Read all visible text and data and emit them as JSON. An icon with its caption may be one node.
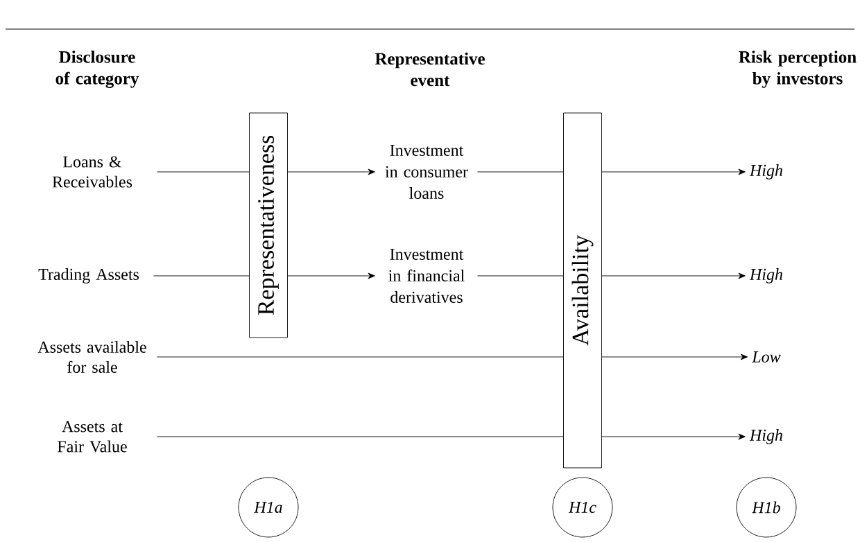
{
  "diagram": {
    "nodes": [
      {
        "text": [
          "Loans & Receivables"
        ]
      },
      {
        "text": [
          "Trading Assets"
        ]
      },
      {
        "text": [
          "Assets available for sale"
        ]
      },
      {
        "text": [
          "Assets at Fair Value"
        ]
      },
      {
        "text": [
          "Representativeness"
        ]
      },
      {
        "text": [
          "Availability"
        ]
      },
      {
        "text": [
          "Investment in consumer loans"
        ]
      },
      {
        "text": [
          "Investment in financial derivatives"
        ]
      },
      {
        "text": [
          "High"
        ]
      },
      {
        "text": [
          "High"
        ]
      },
      {
        "text": [
          "Low"
        ]
      },
      {
        "text": [
          "High"
        ]
      },
      {
        "text": [
          "H1a"
        ]
      },
      {
        "text": [
          "H1c"
        ]
      },
      {
        "text": [
          "H1b"
        ]
      }
    ],
    "edges": [
      {
        "from": 0,
        "to": 4,
        "arrow": "none"
      },
      {
        "from": 4,
        "to": 6,
        "arrow": "to"
      },
      {
        "from": 6,
        "to": 5,
        "arrow": "none"
      },
      {
        "from": 5,
        "to": 8,
        "arrow": "to"
      },
      {
        "from": 1,
        "to": 4,
        "arrow": "none"
      },
      {
        "from": 4,
        "to": 7,
        "arrow": "to"
      },
      {
        "from": 7,
        "to": 5,
        "arrow": "none"
      },
      {
        "from": 5,
        "to": 9,
        "arrow": "to"
      },
      {
        "from": 2,
        "to": 5,
        "arrow": "none"
      },
      {
        "from": 5,
        "to": 10,
        "arrow": "to"
      },
      {
        "from": 3,
        "to": 5,
        "arrow": "none"
      },
      {
        "from": 5,
        "to": 11,
        "arrow": "to"
      }
    ],
    "labels": [
      "Disclosure of category",
      "Representative event",
      "Risk perception by investors"
    ]
  }
}
